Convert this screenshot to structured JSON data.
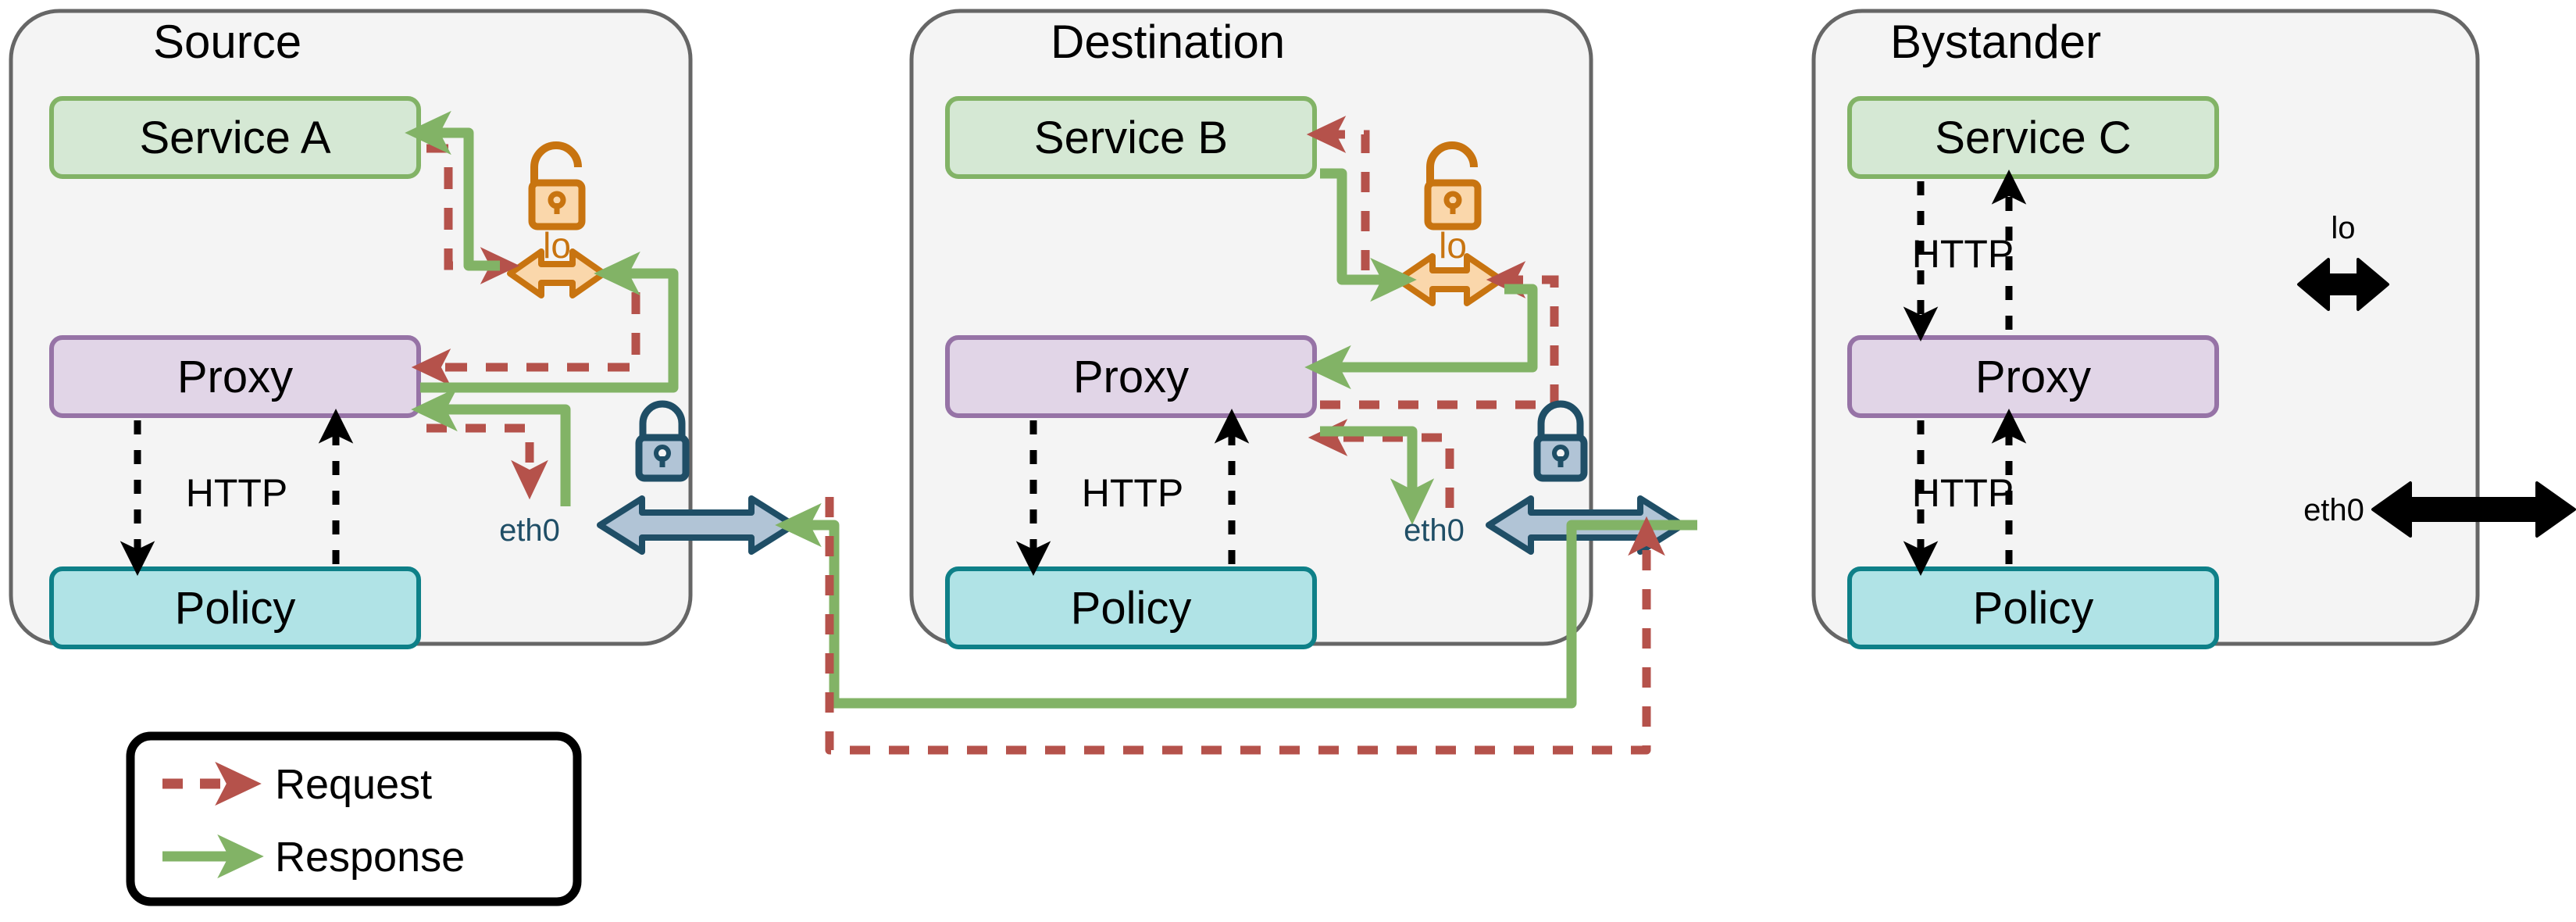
{
  "diagram": {
    "title": "Service mesh request/response flow across Source, Destination and Bystander nodes",
    "colors": {
      "node_fill": "#f4f4f4",
      "node_stroke": "#666666",
      "service_fill": "#d5e8d4",
      "service_stroke": "#82b366",
      "proxy_fill": "#e1d5e7",
      "proxy_stroke": "#9673a6",
      "policy_fill": "#b0e3e6",
      "policy_stroke": "#0e8088",
      "request_color": "#b5524b",
      "response_color": "#82b366",
      "lo_icon_color": "#c87410",
      "lo_icon_fill": "#fad7ab",
      "eth_icon_color": "#1f4e66",
      "eth_icon_fill": "#b1c4d6",
      "black": "#000000"
    }
  },
  "nodes": [
    {
      "id": "source",
      "title": "Source",
      "service_label": "Service A",
      "proxy_label": "Proxy",
      "policy_label": "Policy",
      "http_label": "HTTP",
      "eth_label": "eth0",
      "lo_label": "lo"
    },
    {
      "id": "destination",
      "title": "Destination",
      "service_label": "Service B",
      "proxy_label": "Proxy",
      "policy_label": "Policy",
      "http_label": "HTTP",
      "eth_label": "eth0",
      "lo_label": "lo"
    },
    {
      "id": "bystander",
      "title": "Bystander",
      "service_label": "Service C",
      "proxy_label": "Proxy",
      "policy_label": "Policy",
      "http_label_upper": "HTTP",
      "http_label_lower": "HTTP",
      "eth_label": "eth0",
      "lo_label": "lo"
    }
  ],
  "legend": {
    "items": [
      {
        "key": "request",
        "label": "Request",
        "style": "dashed",
        "color": "#b5524b"
      },
      {
        "key": "response",
        "label": "Response",
        "style": "solid",
        "color": "#82b366"
      }
    ]
  },
  "icons": {
    "lo_unlocked_padlock": "open-padlock-icon",
    "eth_locked_padlock": "closed-padlock-icon",
    "loopback_double_arrow": "double-arrow-icon",
    "eth_double_arrow": "double-arrow-icon"
  }
}
